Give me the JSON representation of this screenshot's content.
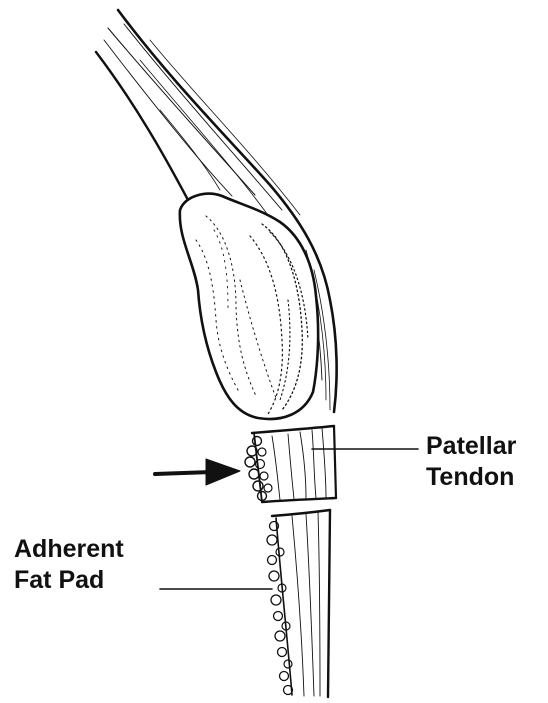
{
  "labels": {
    "patellar_tendon": [
      "Patellar",
      "Tendon"
    ],
    "adherent_fat_pad": [
      "Adherent",
      "Fat Pad"
    ]
  },
  "colors": {
    "ink": "#111111",
    "background": "#ffffff"
  }
}
